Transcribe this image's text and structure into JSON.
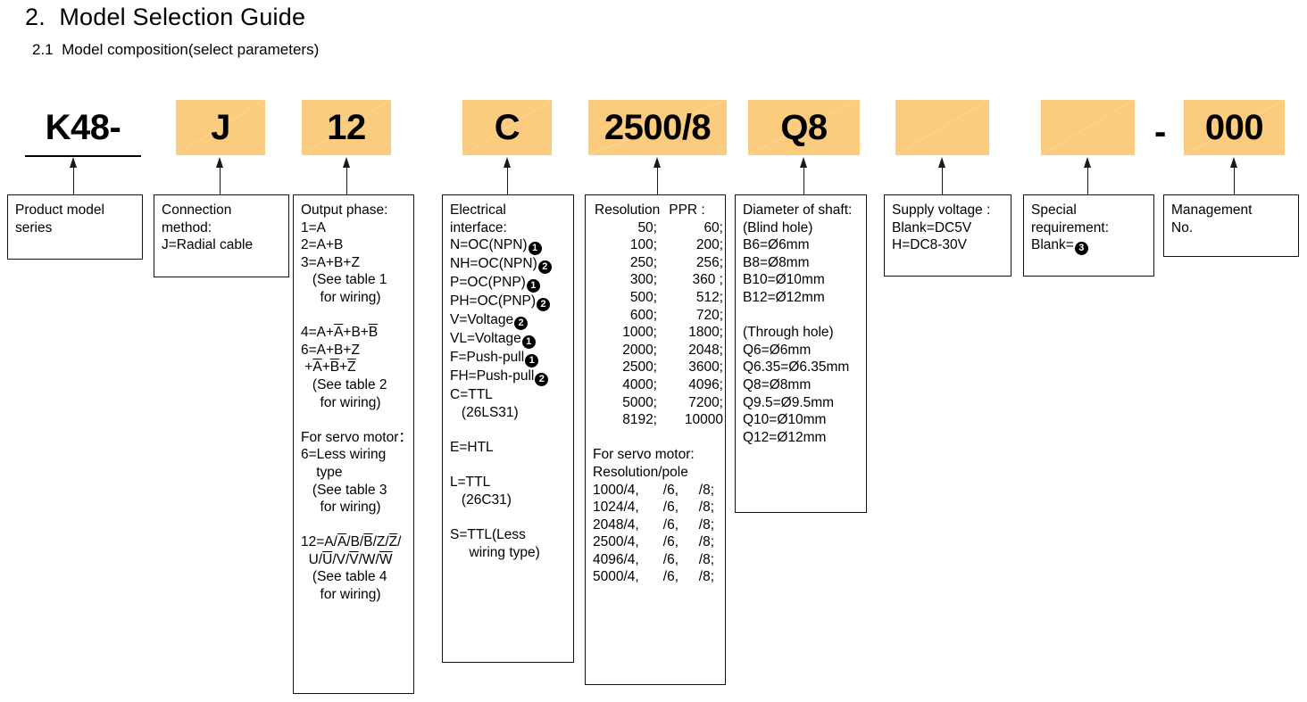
{
  "headings": {
    "main": "2.  Model Selection Guide",
    "sub": "2.1  Model composition(select parameters)"
  },
  "colors": {
    "code_fill": "#FBCB7E",
    "line": "#111111"
  },
  "separator_dash": "-",
  "code_row": [
    {
      "name": "product-model-series",
      "value": "K48-",
      "style": "plain"
    },
    {
      "name": "connection-method",
      "value": "J",
      "style": "filled"
    },
    {
      "name": "output-phase",
      "value": "12",
      "style": "filled"
    },
    {
      "name": "electrical-interface",
      "value": "C",
      "style": "filled"
    },
    {
      "name": "resolution",
      "value": "2500/8",
      "style": "filled"
    },
    {
      "name": "shaft-diameter",
      "value": "Q8",
      "style": "filled"
    },
    {
      "name": "supply-voltage",
      "value": "",
      "style": "filled"
    },
    {
      "name": "special-requirement",
      "value": "",
      "style": "filled"
    },
    {
      "name": "management-no",
      "value": "000",
      "style": "filled"
    }
  ],
  "boxes": {
    "product_model_series": {
      "title": "Product model",
      "lines": [
        "Product model",
        "series"
      ]
    },
    "connection_method": {
      "lines": [
        "Connection",
        "method:",
        "J=Radial cable"
      ]
    },
    "output_phase": {
      "lines": [
        {
          "t": "Output phase:"
        },
        {
          "t": "1=A"
        },
        {
          "t": "2=A+B"
        },
        {
          "t": "3=A+B+Z"
        },
        {
          "t": "   (See table 1"
        },
        {
          "t": "     for wiring)"
        },
        {
          "t": "",
          "blank": true
        },
        {
          "t": "4=A+A+B+B",
          "ov": [
            4,
            8
          ]
        },
        {
          "t": "6=A+B+Z"
        },
        {
          "t": " +A+B+Z",
          "ov": [
            2,
            4,
            6
          ]
        },
        {
          "t": "   (See table 2"
        },
        {
          "t": "     for wiring)"
        },
        {
          "t": "",
          "blank": true
        },
        {
          "t": "For servo motor："
        },
        {
          "t": "6=Less wiring"
        },
        {
          "t": "    type"
        },
        {
          "t": "   (See table 3"
        },
        {
          "t": "     for wiring)"
        },
        {
          "t": "",
          "blank": true
        },
        {
          "t": "12=A/A/B/B/Z/Z/",
          "ov": [
            5,
            9,
            13
          ]
        },
        {
          "t": "  U/U/V/V/W/W",
          "ov": [
            4,
            8,
            12
          ]
        },
        {
          "t": "   (See table 4"
        },
        {
          "t": "     for wiring)"
        }
      ]
    },
    "electrical_interface": {
      "lines": [
        {
          "t": "Electrical"
        },
        {
          "t": "interface:"
        },
        {
          "t": "N=OC(NPN)",
          "c": "1"
        },
        {
          "t": "NH=OC(NPN)",
          "c": "2"
        },
        {
          "t": "P=OC(PNP)",
          "c": "1"
        },
        {
          "t": "PH=OC(PNP)",
          "c": "2"
        },
        {
          "t": "V=Voltage",
          "c": "2"
        },
        {
          "t": "VL=Voltage",
          "c": "1"
        },
        {
          "t": "F=Push-pull",
          "c": "1"
        },
        {
          "t": "FH=Push-pull",
          "c": "2"
        },
        {
          "t": "C=TTL"
        },
        {
          "t": "   (26LS31)"
        },
        {
          "t": "",
          "blank": true
        },
        {
          "t": "E=HTL"
        },
        {
          "t": "",
          "blank": true
        },
        {
          "t": "L=TTL"
        },
        {
          "t": "   (26C31)"
        },
        {
          "t": "",
          "blank": true
        },
        {
          "t": "S=TTL(Less"
        },
        {
          "t": "     wiring type)"
        }
      ]
    },
    "resolution": {
      "header": {
        "left": "Resolution",
        "right": "PPR :"
      },
      "rows": [
        [
          "50;",
          "60;"
        ],
        [
          "100;",
          "200;"
        ],
        [
          "250;",
          "256;"
        ],
        [
          "300;",
          "360 ;"
        ],
        [
          "500;",
          "512;"
        ],
        [
          "600;",
          "720;"
        ],
        [
          "1000;",
          "1800;"
        ],
        [
          "2000;",
          "2048;"
        ],
        [
          "2500;",
          "3600;"
        ],
        [
          "4000;",
          "4096;"
        ],
        [
          "5000;",
          "7200;"
        ],
        [
          "8192;",
          "10000"
        ]
      ],
      "servo_title_1": "For servo motor:",
      "servo_title_2": "Resolution/pole",
      "servo_rows": [
        [
          "1000/4,",
          "/6,",
          "/8;"
        ],
        [
          "1024/4,",
          "/6,",
          "/8;"
        ],
        [
          "2048/4,",
          "/6,",
          "/8;"
        ],
        [
          "2500/4,",
          "/6,",
          "/8;"
        ],
        [
          "4096/4,",
          "/6,",
          "/8;"
        ],
        [
          "5000/4,",
          "/6,",
          "/8;"
        ]
      ]
    },
    "shaft_diameter": {
      "lines": [
        "Diameter of shaft:",
        "(Blind hole)",
        "B6=Ø6mm",
        "B8=Ø8mm",
        "B10=Ø10mm",
        "B12=Ø12mm",
        "",
        "(Through hole)",
        "Q6=Ø6mm",
        "Q6.35=Ø6.35mm",
        "Q8=Ø8mm",
        "Q9.5=Ø9.5mm",
        "Q10=Ø10mm",
        "Q12=Ø12mm"
      ]
    },
    "supply_voltage": {
      "lines": [
        "Supply voltage :",
        "Blank=DC5V",
        "H=DC8-30V"
      ]
    },
    "special_requirement": {
      "line1": "Special",
      "line2": "requirement:",
      "line3_prefix": "Blank=",
      "line3_circle": "3"
    },
    "management_no": {
      "lines": [
        "Management",
        "No."
      ]
    }
  }
}
